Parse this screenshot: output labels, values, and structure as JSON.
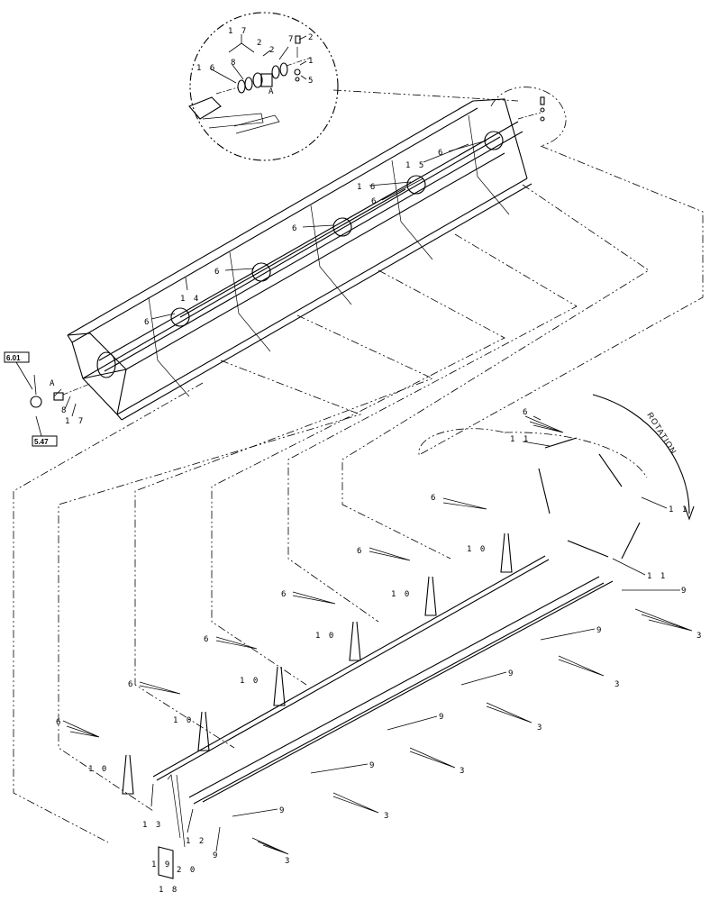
{
  "diagram": {
    "rotation_label": "ROTATION",
    "ref_boxes": [
      "6.01",
      "5.47"
    ],
    "detail_view_label": "A",
    "detail_labels": [
      "1 7",
      "2",
      "2",
      "7",
      "2",
      "1",
      "5",
      "1 6",
      "8"
    ],
    "main_labels": [
      "A",
      "8",
      "1 7",
      "1 4",
      "6",
      "6",
      "6",
      "1 6",
      "1 5",
      "6",
      "6"
    ],
    "bat_labels": [
      "6",
      "1 1",
      "1 1",
      "1 1",
      "6",
      "1 0",
      "6",
      "1 0",
      "6",
      "1 0",
      "6",
      "1 0",
      "6",
      "1 0",
      "6",
      "1 0",
      "9",
      "9",
      "9",
      "9",
      "9",
      "9",
      "3",
      "3",
      "3",
      "3",
      "3",
      "3",
      "1 3",
      "1 2",
      "1 9",
      "2 0",
      "1 8"
    ],
    "icons": [
      "bolt-icon",
      "bearing-icon",
      "tine-icon",
      "rotation-arrow-icon"
    ]
  }
}
